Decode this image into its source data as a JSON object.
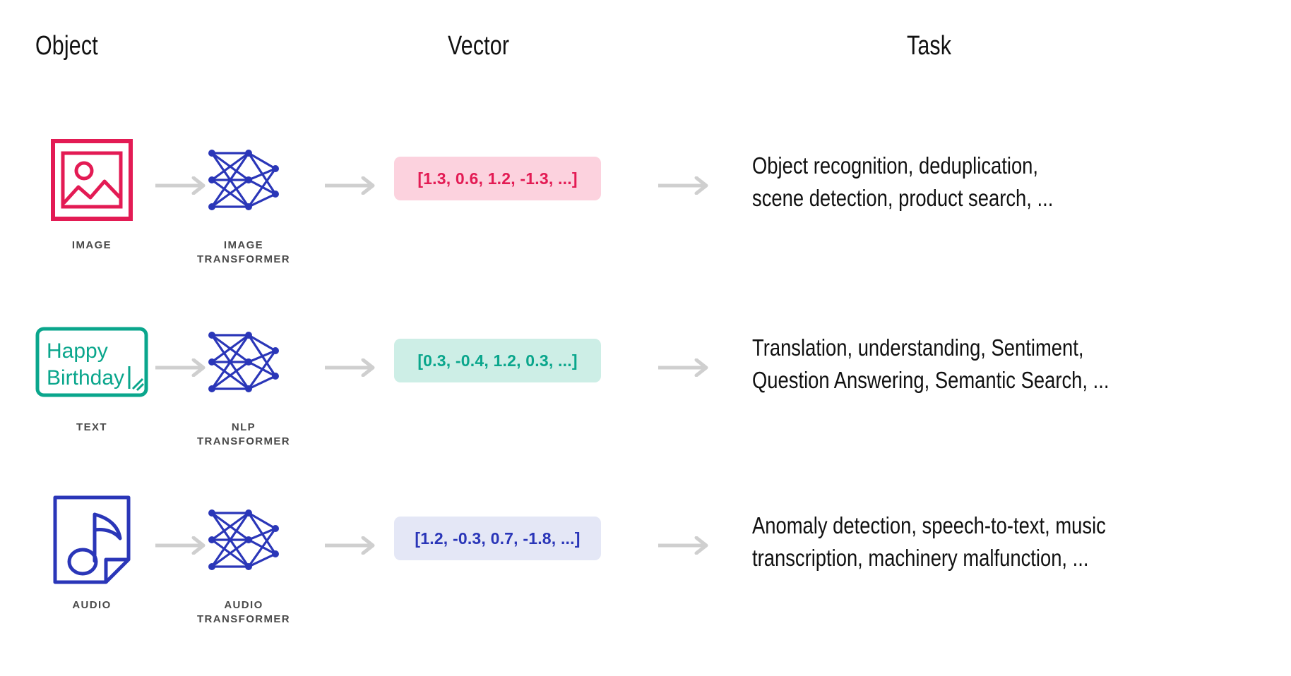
{
  "headers": {
    "object": "Object",
    "vector": "Vector",
    "task": "Task"
  },
  "colors": {
    "image_accent": "#e31b54",
    "text_accent": "#0aa68c",
    "audio_accent": "#2a36b8",
    "network": "#2a36b8",
    "arrow": "#cfcfcf",
    "caption": "#4a4a4a",
    "pill_pink_bg": "#fcd2de",
    "pill_teal_bg": "#cdeee6",
    "pill_blue_bg": "#e4e7f6"
  },
  "rows": [
    {
      "object_icon": "image-placeholder-icon",
      "object_label": "IMAGE",
      "transformer_icon": "neural-network-icon",
      "transformer_label": "IMAGE\nTRANSFORMER",
      "vector": "[1.3, 0.6, 1.2, -1.3, ...]",
      "task": "Object recognition, deduplication,\nscene detection, product search, ..."
    },
    {
      "object_icon": "text-box-icon",
      "object_label": "TEXT",
      "object_text_line1": "Happy",
      "object_text_line2": "Birthday",
      "transformer_icon": "neural-network-icon",
      "transformer_label": "NLP\nTRANSFORMER",
      "vector": "[0.3, -0.4, 1.2, 0.3, ...]",
      "task": "Translation, understanding, Sentiment,\nQuestion Answering, Semantic Search, ..."
    },
    {
      "object_icon": "audio-file-icon",
      "object_label": "AUDIO",
      "transformer_icon": "neural-network-icon",
      "transformer_label": "AUDIO\nTRANSFORMER",
      "vector": "[1.2, -0.3, 0.7, -1.8, ...]",
      "task": "Anomaly detection, speech-to-text, music\ntranscription, machinery malfunction, ..."
    }
  ]
}
